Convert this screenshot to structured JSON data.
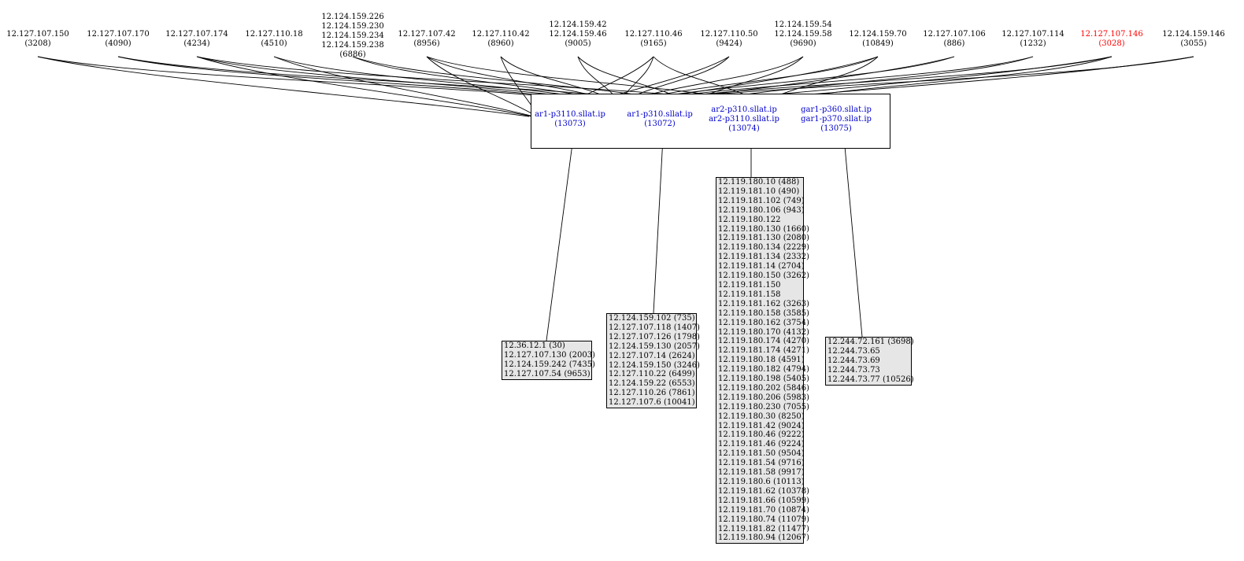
{
  "peers": [
    {
      "lines": [
        "12.127.107.150"
      ],
      "num": "(3208)"
    },
    {
      "lines": [
        "12.127.107.170"
      ],
      "num": "(4090)"
    },
    {
      "lines": [
        "12.127.107.174"
      ],
      "num": "(4234)"
    },
    {
      "lines": [
        "12.127.110.18"
      ],
      "num": "(4510)"
    },
    {
      "lines": [
        "12.124.159.226",
        "12.124.159.230",
        "12.124.159.234",
        "12.124.159.238"
      ],
      "num": "(6886)"
    },
    {
      "lines": [
        "12.127.107.42"
      ],
      "num": "(8956)"
    },
    {
      "lines": [
        "12.127.110.42"
      ],
      "num": "(8960)"
    },
    {
      "lines": [
        "12.124.159.42",
        "12.124.159.46"
      ],
      "num": "(9005)"
    },
    {
      "lines": [
        "12.127.110.46"
      ],
      "num": "(9165)"
    },
    {
      "lines": [
        "12.127.110.50"
      ],
      "num": "(9424)"
    },
    {
      "lines": [
        "12.124.159.54",
        "12.124.159.58"
      ],
      "num": "(9690)"
    },
    {
      "lines": [
        "12.124.159.70"
      ],
      "num": "(10849)"
    },
    {
      "lines": [
        "12.127.107.106"
      ],
      "num": "(886)"
    },
    {
      "lines": [
        "12.127.107.114"
      ],
      "num": "(1232)"
    },
    {
      "lines": [
        "12.127.107.146"
      ],
      "num": "(3028)",
      "color": "#ff0000"
    },
    {
      "lines": [
        "12.124.159.146"
      ],
      "num": "(3055)"
    }
  ],
  "routers": [
    {
      "lines": [
        "ar1-p3110.sllat.ip"
      ],
      "num": "(13073)"
    },
    {
      "lines": [
        "ar1-p310.sllat.ip"
      ],
      "num": "(13072)"
    },
    {
      "lines": [
        "ar2-p310.sllat.ip",
        "ar2-p3110.sllat.ip"
      ],
      "num": "(13074)"
    },
    {
      "lines": [
        "gar1-p360.sllat.ip",
        "gar1-p370.sllat.ip"
      ],
      "num": "(13075)"
    }
  ],
  "groups": [
    {
      "items": [
        "12.36.12.1 (30)",
        "12.127.107.130 (2003)",
        "12.124.159.242 (7435)",
        "12.127.107.54 (9653)"
      ]
    },
    {
      "items": [
        "12.124.159.102 (735)",
        "12.127.107.118 (1407)",
        "12.127.107.126 (1798)",
        "12.124.159.130 (2057)",
        "12.127.107.14 (2624)",
        "12.124.159.150 (3246)",
        "12.127.110.22 (6499)",
        "12.124.159.22 (6553)",
        "12.127.110.26 (7861)",
        "12.127.107.6 (10041)"
      ]
    },
    {
      "items": [
        "12.119.180.10 (488)",
        "12.119.181.10 (490)",
        "12.119.181.102 (749)",
        "12.119.180.106 (943)",
        "12.119.180.122",
        "12.119.180.130 (1660)",
        "12.119.181.130 (2080)",
        "12.119.180.134 (2229)",
        "12.119.181.134 (2332)",
        "12.119.181.14 (2704)",
        "12.119.180.150 (3262)",
        "12.119.181.150",
        "12.119.181.158",
        "12.119.181.162 (3263)",
        "12.119.180.158 (3585)",
        "12.119.180.162 (3754)",
        "12.119.180.170 (4132)",
        "12.119.180.174 (4270)",
        "12.119.181.174 (4271)",
        "12.119.180.18 (4591)",
        "12.119.180.182 (4794)",
        "12.119.180.198 (5405)",
        "12.119.180.202 (5846)",
        "12.119.180.206 (5983)",
        "12.119.180.230 (7055)",
        "12.119.180.30 (8250)",
        "12.119.181.42 (9024)",
        "12.119.180.46 (9222)",
        "12.119.181.46 (9224)",
        "12.119.181.50 (9504)",
        "12.119.181.54 (9716)",
        "12.119.181.58 (9917)",
        "12.119.180.6 (10113)",
        "12.119.181.62 (10378)",
        "12.119.181.66 (10599)",
        "12.119.181.70 (10874)",
        "12.119.180.74 (11079)",
        "12.119.181.82 (11477)",
        "12.119.180.94 (12067)"
      ]
    },
    {
      "items": [
        "12.244.72.161 (3698)",
        "12.244.73.65",
        "12.244.73.69",
        "12.244.73.73",
        "12.244.73.77 (10526)"
      ]
    }
  ]
}
